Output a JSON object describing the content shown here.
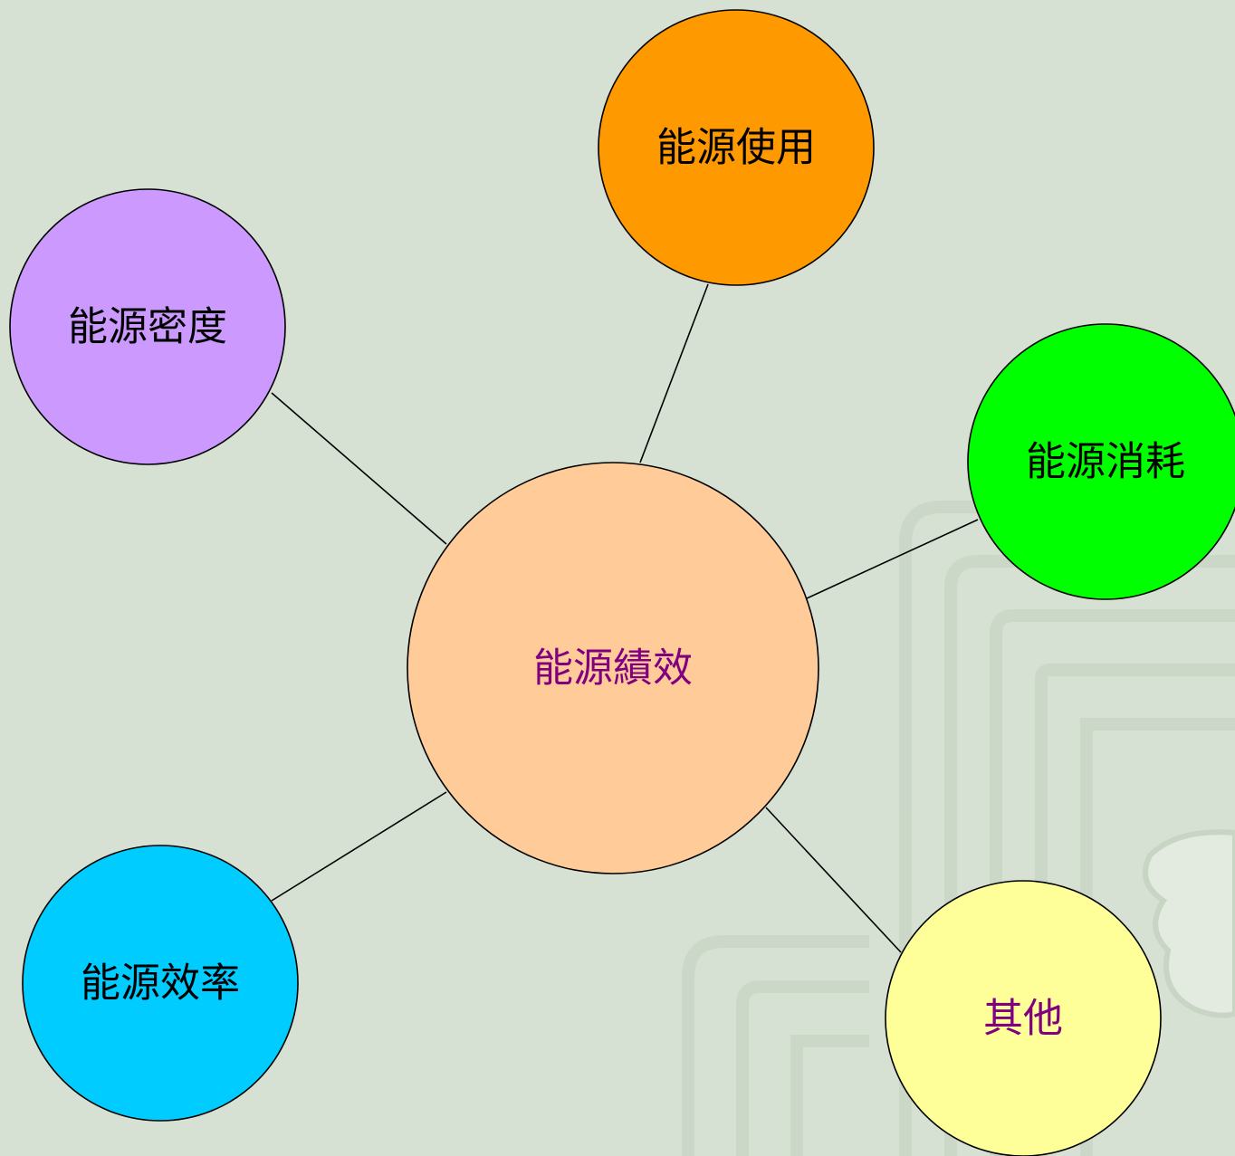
{
  "center": {
    "label": "能源績效",
    "fill": "#ffcc99",
    "text_color": "#800080"
  },
  "nodes": [
    {
      "id": "usage",
      "label": "能源使用",
      "fill": "#ff9900",
      "text_color": "#000000"
    },
    {
      "id": "density",
      "label": "能源密度",
      "fill": "#cc99ff",
      "text_color": "#000000"
    },
    {
      "id": "consumption",
      "label": "能源消耗",
      "fill": "#00ff00",
      "text_color": "#000000"
    },
    {
      "id": "efficiency",
      "label": "能源效率",
      "fill": "#00ccff",
      "text_color": "#000000"
    },
    {
      "id": "other",
      "label": "其他",
      "fill": "#ffff99",
      "text_color": "#800080"
    }
  ],
  "theme": {
    "background": "#d6e1d3",
    "connector": "#000000"
  }
}
